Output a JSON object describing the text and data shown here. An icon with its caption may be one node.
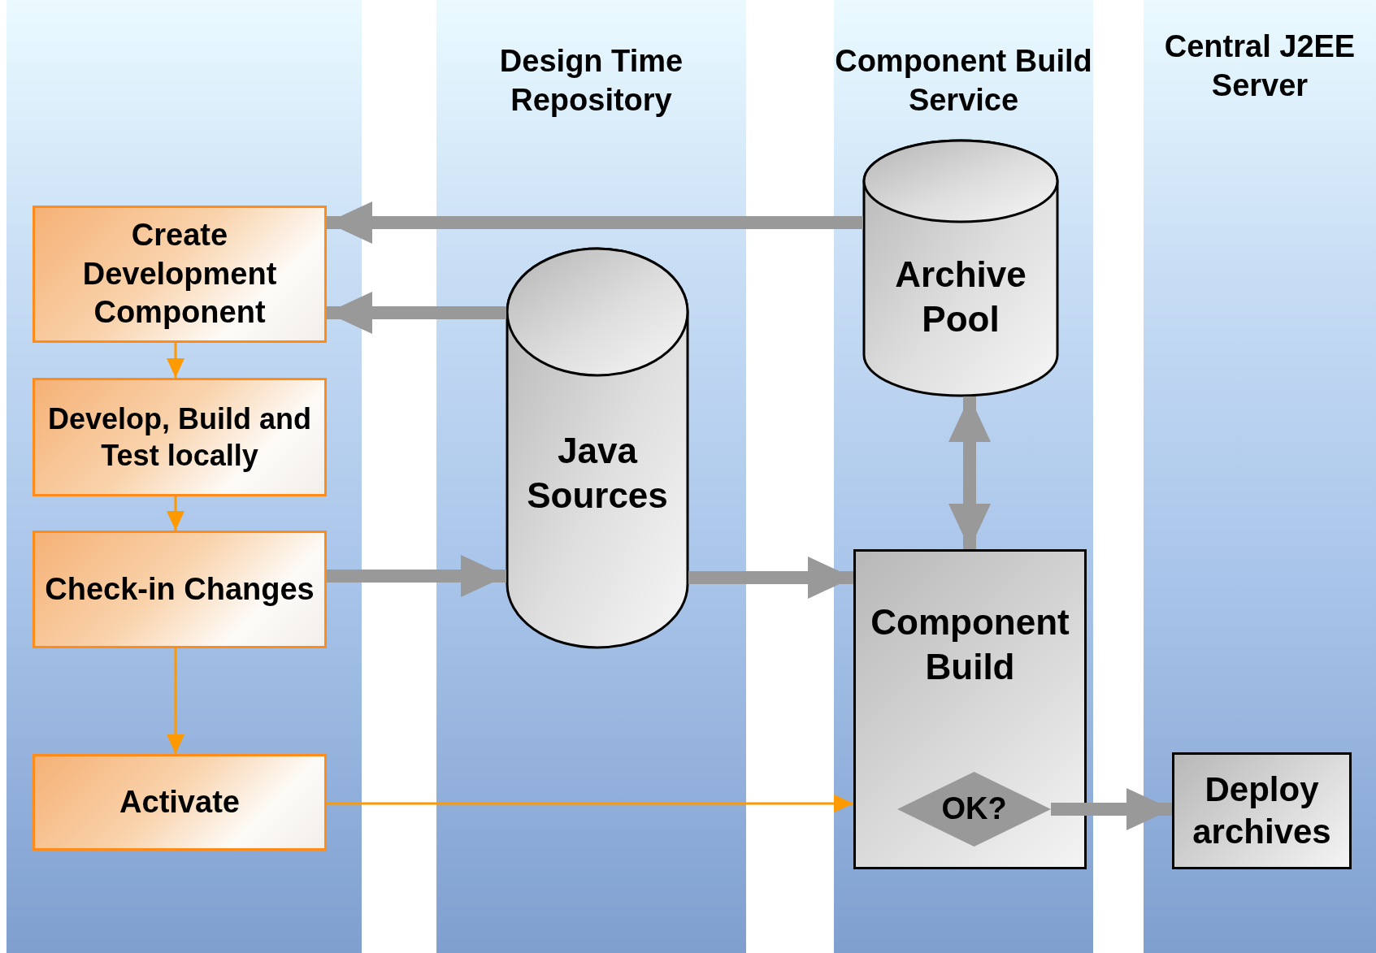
{
  "diagram": {
    "nodes": [
      {
        "text": [],
        "shape": "band"
      },
      {
        "text": [
          "Design Time Repository"
        ]
      },
      {
        "text": [
          "Component Build Service"
        ]
      },
      {
        "text": [
          "Central J2EE Server"
        ]
      },
      {
        "text": [
          "Create Development Component"
        ],
        "in": 0
      },
      {
        "text": [
          "Develop, Build and Test locally"
        ],
        "in": 0
      },
      {
        "text": [
          "Check-in Changes"
        ],
        "in": 0
      },
      {
        "text": [
          "Activate"
        ],
        "in": 0
      },
      {
        "text": [
          "Java Sources"
        ],
        "in": 1
      },
      {
        "text": [
          "Archive Pool"
        ],
        "in": 2
      },
      {
        "text": [
          "Component Build"
        ],
        "in": 2
      },
      {
        "text": [
          "OK?"
        ],
        "in": 10
      },
      {
        "text": [
          "Deploy archives"
        ],
        "in": 3
      }
    ],
    "edges": [
      {
        "from": 9,
        "to": 4,
        "arrow": "to"
      },
      {
        "from": 8,
        "to": 4,
        "arrow": "to"
      },
      {
        "from": 4,
        "to": 5,
        "arrow": "to",
        "color": "#ff9900"
      },
      {
        "from": 5,
        "to": 6,
        "arrow": "to",
        "color": "#ff9900"
      },
      {
        "from": 6,
        "to": 7,
        "arrow": "to",
        "color": "#ff9900"
      },
      {
        "from": 6,
        "to": 8,
        "arrow": "to"
      },
      {
        "from": 8,
        "to": 10,
        "arrow": "to"
      },
      {
        "from": 9,
        "to": 10,
        "arrow": "both"
      },
      {
        "from": 7,
        "to": 10,
        "arrow": "to",
        "color": "#ff9900"
      },
      {
        "from": 11,
        "to": 12,
        "arrow": "to"
      }
    ]
  }
}
